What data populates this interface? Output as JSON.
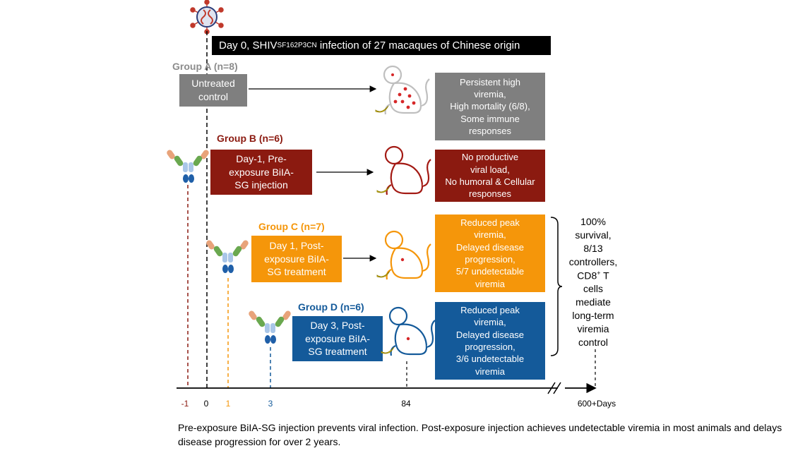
{
  "header": {
    "text_prefix": "Day 0, SHIV",
    "text_sub": "SF162P3CN",
    "text_suffix": " infection of 27 macaques of Chinese origin"
  },
  "groups": [
    {
      "label": "Group A (n=8)",
      "treatment": "Untreated\ncontrol",
      "outcome": "Persistent high\nviremia,\nHigh mortality (6/8),\nSome immune\nresponses",
      "color": "#7f7f7f",
      "label_color": "#8c8c8c"
    },
    {
      "label": "Group B (n=6)",
      "treatment": "Day-1, Pre-\nexposure BiIA-\nSG injection",
      "outcome": "No productive\nviral load,\nNo humoral & Cellular\nresponses",
      "color": "#8b1a10",
      "label_color": "#8b1a10"
    },
    {
      "label": "Group C (n=7)",
      "treatment": "Day 1, Post-\nexposure BiIA-\nSG treatment",
      "outcome": "Reduced peak\nviremia,\nDelayed disease\nprogression,\n5/7 undetectable\nviremia",
      "color": "#f5960a",
      "label_color": "#f5960a"
    },
    {
      "label": "Group D (n=6)",
      "treatment": "Day 3, Post-\nexposure BiIA-\nSG treatment",
      "outcome": "Reduced peak\nviremia,\nDelayed disease\nprogression,\n3/6 undetectable\nviremia",
      "color": "#145a9a",
      "label_color": "#145a9a"
    }
  ],
  "summary": {
    "line1": "100%\nsurvival,\n8/13\ncontrollers,\nCD8",
    "sup": "+",
    "line2": " T\ncells\nmediate\nlong-term\nviremia\ncontrol"
  },
  "axis": {
    "ticks": [
      {
        "label": "-1",
        "day": -1,
        "color": "#8b1a10"
      },
      {
        "label": "0",
        "day": 0,
        "color": "#000000"
      },
      {
        "label": "1",
        "day": 1,
        "color": "#f5960a"
      },
      {
        "label": "3",
        "day": 3,
        "color": "#145a9a"
      },
      {
        "label": "84",
        "day": 84,
        "color": "#000000"
      },
      {
        "label": "600+Days",
        "day": 600,
        "color": "#000000"
      }
    ]
  },
  "caption": "Pre-exposure BiIA-SG injection prevents viral infection. Post-exposure injection achieves undetectable viremia in most animals and delays disease progression for over 2 years.",
  "icons": [
    "virus-icon",
    "antibody-icon",
    "monkey-icon",
    "banana-icon"
  ]
}
